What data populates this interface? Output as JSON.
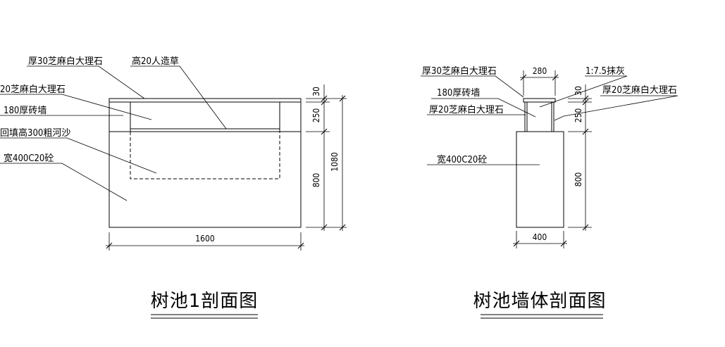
{
  "section1": {
    "title": "树池1剖面图",
    "callouts": {
      "marble30": "厚30芝麻白大理石",
      "grass": "高20人造草",
      "marble20": "20芝麻白大理石",
      "brick": "180厚砖墙",
      "sand": "回填高300粗河沙",
      "concrete": "宽400C20砼"
    },
    "dims": {
      "width": "1600",
      "top": "30",
      "mid": "250",
      "low": "800",
      "total": "1080"
    }
  },
  "section2": {
    "title": "树池墙体剖面图",
    "callouts": {
      "marble30": "厚30芝麻白大理石",
      "plaster": "1:7.5抹灰",
      "marble20_right": "厚20芝麻白大理石",
      "brick": "180厚砖墙",
      "marble20_left": "厚20芝麻白大理石",
      "concrete": "宽400C20砼"
    },
    "dims": {
      "top_width": "280",
      "bottom_width": "400",
      "top": "30",
      "mid": "250",
      "low": "800"
    }
  }
}
